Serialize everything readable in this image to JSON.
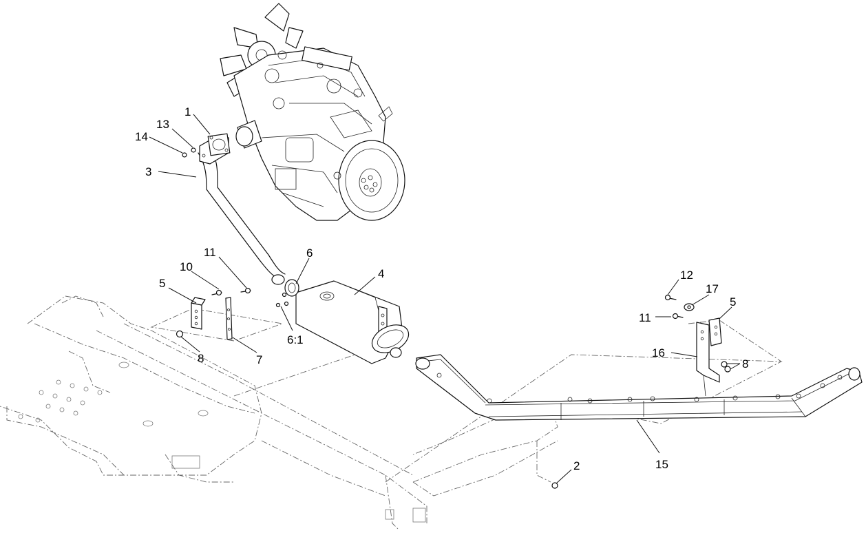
{
  "callouts": [
    {
      "id": "c1",
      "label": "1"
    },
    {
      "id": "c2",
      "label": "2"
    },
    {
      "id": "c3",
      "label": "3"
    },
    {
      "id": "c4",
      "label": "4"
    },
    {
      "id": "c5a",
      "label": "5"
    },
    {
      "id": "c5b",
      "label": "5"
    },
    {
      "id": "c6",
      "label": "6"
    },
    {
      "id": "c61",
      "label": "6:1"
    },
    {
      "id": "c7",
      "label": "7"
    },
    {
      "id": "c8a",
      "label": "8"
    },
    {
      "id": "c8b",
      "label": "8"
    },
    {
      "id": "c10",
      "label": "10"
    },
    {
      "id": "c11a",
      "label": "11"
    },
    {
      "id": "c11b",
      "label": "11"
    },
    {
      "id": "c12",
      "label": "12"
    },
    {
      "id": "c13",
      "label": "13"
    },
    {
      "id": "c14",
      "label": "14"
    },
    {
      "id": "c15",
      "label": "15"
    },
    {
      "id": "c16",
      "label": "16"
    },
    {
      "id": "c17",
      "label": "17"
    }
  ],
  "colors": {
    "line": "#111111",
    "phantom": "#666666",
    "background": "#ffffff"
  }
}
